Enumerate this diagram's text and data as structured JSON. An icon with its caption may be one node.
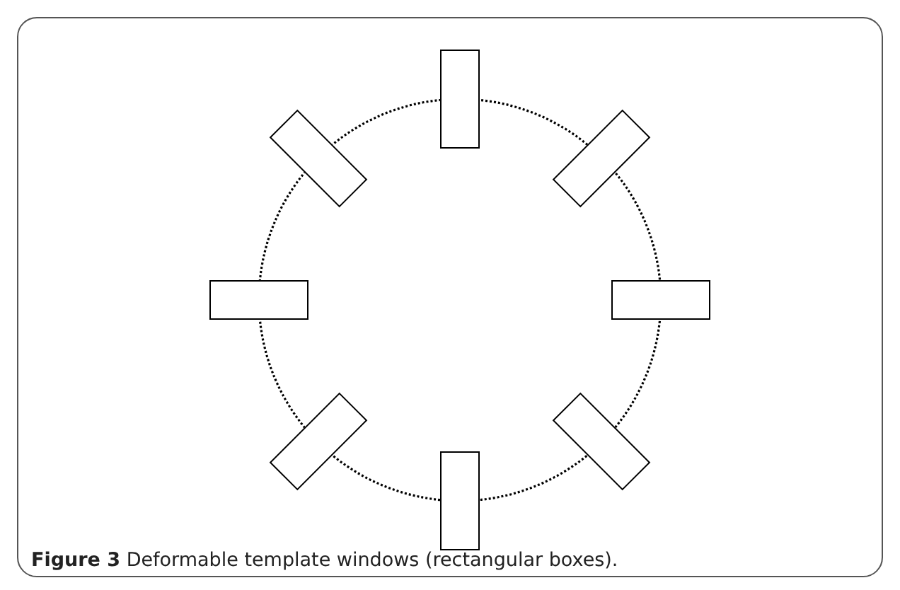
{
  "diagram": {
    "caption": "**Figure 3** Deformable template windows (rectangular boxes).",
    "nodes": [
      {
        "text": [],
        "shape": "box"
      },
      {
        "text": [],
        "shape": "box"
      },
      {
        "text": [],
        "shape": "box"
      },
      {
        "text": [],
        "shape": "box"
      },
      {
        "text": [],
        "shape": "box"
      },
      {
        "text": [],
        "shape": "box"
      },
      {
        "text": [],
        "shape": "box"
      },
      {
        "text": [],
        "shape": "box"
      }
    ],
    "edges": []
  }
}
